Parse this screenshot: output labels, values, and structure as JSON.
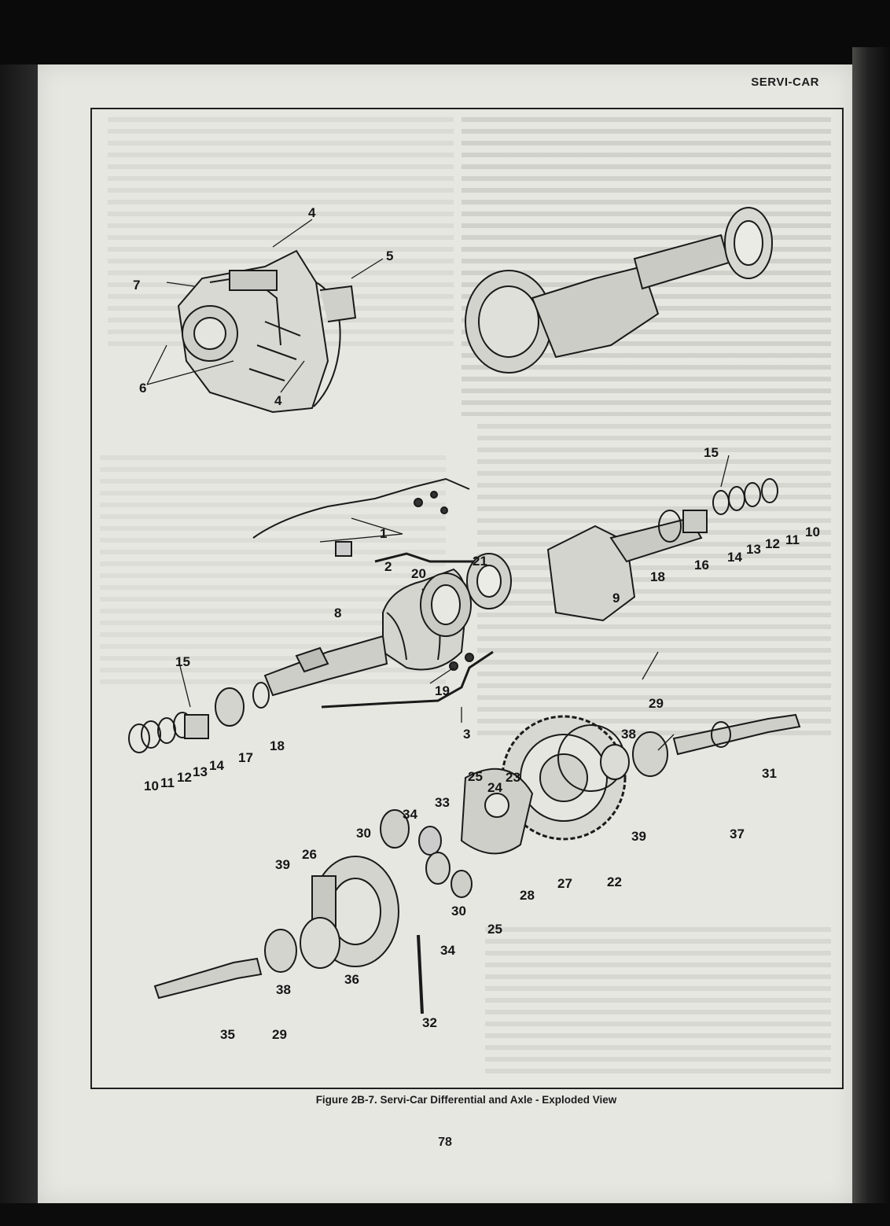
{
  "header": {
    "title": "SERVI-CAR"
  },
  "figure": {
    "caption": "Figure 2B-7.  Servi-Car Differential and Axle - Exploded View",
    "callouts": [
      {
        "id": "c4a",
        "label": "4"
      },
      {
        "id": "c5",
        "label": "5"
      },
      {
        "id": "c7",
        "label": "7"
      },
      {
        "id": "c6",
        "label": "6"
      },
      {
        "id": "c4b",
        "label": "4"
      },
      {
        "id": "c15a",
        "label": "15"
      },
      {
        "id": "c10a",
        "label": "10"
      },
      {
        "id": "c11a",
        "label": "11"
      },
      {
        "id": "c12a",
        "label": "12"
      },
      {
        "id": "c13a",
        "label": "13"
      },
      {
        "id": "c14a",
        "label": "14"
      },
      {
        "id": "c16",
        "label": "16"
      },
      {
        "id": "c18a",
        "label": "18"
      },
      {
        "id": "c9",
        "label": "9"
      },
      {
        "id": "c1",
        "label": "1"
      },
      {
        "id": "c2",
        "label": "2"
      },
      {
        "id": "c20",
        "label": "20"
      },
      {
        "id": "c21",
        "label": "21"
      },
      {
        "id": "c8",
        "label": "8"
      },
      {
        "id": "c15b",
        "label": "15"
      },
      {
        "id": "c19",
        "label": "19"
      },
      {
        "id": "c3",
        "label": "3"
      },
      {
        "id": "c10b",
        "label": "10"
      },
      {
        "id": "c11b",
        "label": "11"
      },
      {
        "id": "c12b",
        "label": "12"
      },
      {
        "id": "c13b",
        "label": "13"
      },
      {
        "id": "c14b",
        "label": "14"
      },
      {
        "id": "c17",
        "label": "17"
      },
      {
        "id": "c18b",
        "label": "18"
      },
      {
        "id": "c29a",
        "label": "29"
      },
      {
        "id": "c38a",
        "label": "38"
      },
      {
        "id": "c31",
        "label": "31"
      },
      {
        "id": "c39a",
        "label": "39"
      },
      {
        "id": "c37",
        "label": "37"
      },
      {
        "id": "c22",
        "label": "22"
      },
      {
        "id": "c25a",
        "label": "25"
      },
      {
        "id": "c24",
        "label": "24"
      },
      {
        "id": "c23",
        "label": "23"
      },
      {
        "id": "c33",
        "label": "33"
      },
      {
        "id": "c34a",
        "label": "34"
      },
      {
        "id": "c30a",
        "label": "30"
      },
      {
        "id": "c26",
        "label": "26"
      },
      {
        "id": "c39b",
        "label": "39"
      },
      {
        "id": "c27",
        "label": "27"
      },
      {
        "id": "c28",
        "label": "28"
      },
      {
        "id": "c30b",
        "label": "30"
      },
      {
        "id": "c25b",
        "label": "25"
      },
      {
        "id": "c34b",
        "label": "34"
      },
      {
        "id": "c36",
        "label": "36"
      },
      {
        "id": "c38b",
        "label": "38"
      },
      {
        "id": "c32",
        "label": "32"
      },
      {
        "id": "c35",
        "label": "35"
      },
      {
        "id": "c29b",
        "label": "29"
      }
    ]
  },
  "page_number": "78"
}
